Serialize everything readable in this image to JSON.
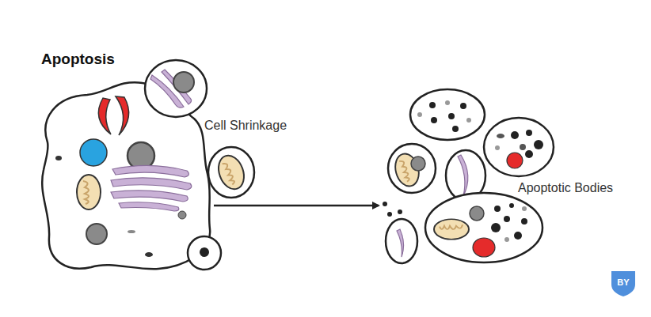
{
  "diagram": {
    "title": "Apoptosis",
    "labels": [
      "Cell Shrinkage",
      "Apoptotic Bodies",
      "BY"
    ]
  }
}
